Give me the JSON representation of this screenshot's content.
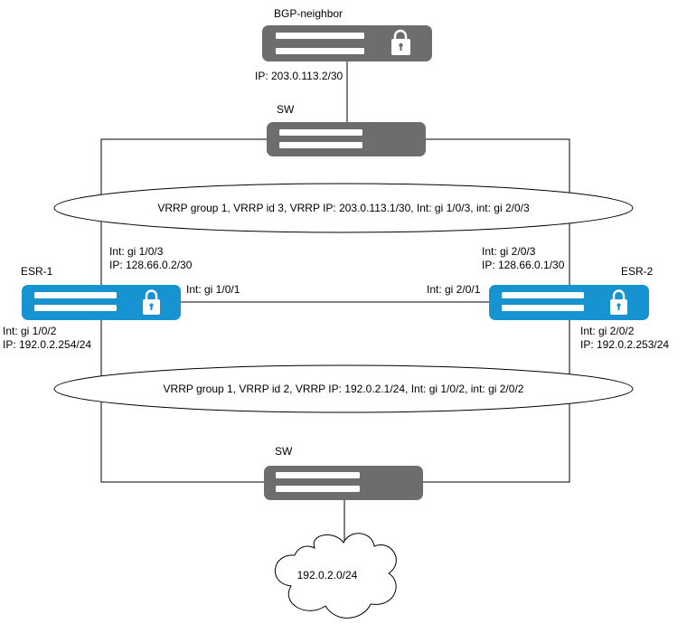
{
  "colors": {
    "router_fill": "#1793d1",
    "switch_fill": "#6d6d6d",
    "bar": "#ffffff",
    "line": "#000000"
  },
  "devices": {
    "bgp_neighbor": {
      "title": "BGP-neighbor",
      "ip": "IP: 203.0.113.2/30",
      "icon": "lock-icon"
    },
    "sw_top": {
      "title": "SW"
    },
    "sw_bottom": {
      "title": "SW"
    },
    "esr1": {
      "title": "ESR-1",
      "uplink": [
        "Int: gi 1/0/3",
        "IP: 128.66.0.2/30"
      ],
      "link": "Int: gi 1/0/1",
      "downlink": [
        "Int: gi 1/0/2",
        "IP: 192.0.2.254/24"
      ],
      "icon": "lock-icon"
    },
    "esr2": {
      "title": "ESR-2",
      "uplink": [
        "Int: gi 2/0/3",
        "IP: 128.66.0.1/30"
      ],
      "link": "Int: gi 2/0/1",
      "downlink": [
        "Int: gi 2/0/2",
        "IP: 192.0.2.253/24"
      ],
      "icon": "lock-icon"
    }
  },
  "vrrp": {
    "upper": "VRRP group 1, VRRP id 3, VRRP IP: 203.0.113.1/30, Int: gi 1/0/3, int: gi 2/0/3",
    "lower": "VRRP group 1, VRRP id 2, VRRP IP: 192.0.2.1/24, Int: gi 1/0/2, int: gi 2/0/2"
  },
  "cloud": {
    "label": "192.0.2.0/24",
    "icon": "cloud-icon"
  }
}
